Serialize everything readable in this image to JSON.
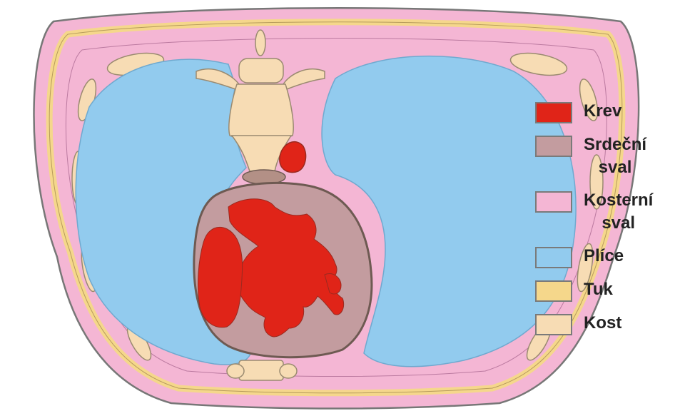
{
  "legend": [
    {
      "label": "Krev",
      "color": "#e02418"
    },
    {
      "label": "Srdeční\nsval",
      "color": "#c39c9f"
    },
    {
      "label": "Kosterní\nsval",
      "color": "#f4b6d4"
    },
    {
      "label": "Plíce",
      "color": "#92cbee"
    },
    {
      "label": "Tuk",
      "color": "#f5d78b"
    },
    {
      "label": "Kost",
      "color": "#f7dcb4"
    }
  ]
}
